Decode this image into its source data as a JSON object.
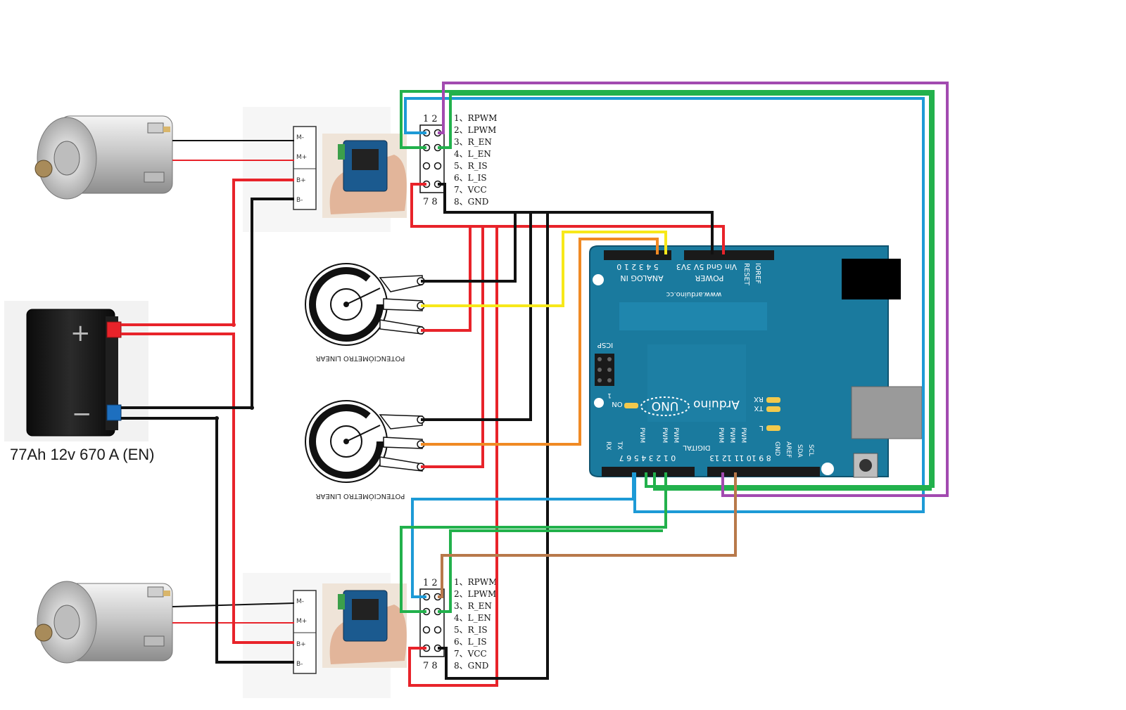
{
  "battery": {
    "plus_sign": "+",
    "minus_sign": "−",
    "label": "77Ah  12v  670 A (EN)"
  },
  "driver_top": {
    "header_top": "1 2",
    "header_bottom": "7 8",
    "pins": [
      "1、RPWM",
      "2、LPWM",
      "3、R_EN",
      "4、L_EN",
      "5、R_IS",
      "6、L_IS",
      "7、VCC",
      "8、GND"
    ]
  },
  "driver_bottom": {
    "header_top": "1 2",
    "header_bottom": "7 8",
    "pins": [
      "1、RPWM",
      "2、LPWM",
      "3、R_EN",
      "4、L_EN",
      "5、R_IS",
      "6、L_IS",
      "7、VCC",
      "8、GND"
    ]
  },
  "terminal_signs": [
    "M-",
    "M+",
    "B+",
    "B-"
  ],
  "pot_label": "POTENCIÓMETRO LINEAR",
  "arduino": {
    "analog_title": "ANALOG IN",
    "analog_pins": "5 4 3 2 1 0",
    "power_pins": "Vin Gnd 5V 3V3",
    "power_title": "POWER",
    "reset": "RESET",
    "ioref": "IOREF",
    "url": "www.arduino.cc",
    "icsp": "ICSP",
    "icsp_one": "1",
    "on": "ON",
    "uno": "UNO",
    "brand": "Arduino",
    "rx": "RX",
    "tx": "TX",
    "l": "L",
    "digital": "DIGITAL",
    "digital_low": "RX TX 2 3 4 5 6 7",
    "digital_low_nums": "0 1 2 3 4 5 6 7",
    "digital_high_nums": "8 9 10 11 12 13",
    "pwm": "PWM",
    "gnd": "GND",
    "aref": "AREF",
    "sda": "SDA",
    "scl": "SCL"
  },
  "colors": {
    "red": "#e8232a",
    "black": "#111111",
    "green": "#22b14c",
    "blue": "#1d9ad6",
    "purple": "#a24ab0",
    "yellow": "#f7e81a",
    "orange": "#f08a24",
    "brown": "#b8794a",
    "board": "#1a7a9e"
  }
}
